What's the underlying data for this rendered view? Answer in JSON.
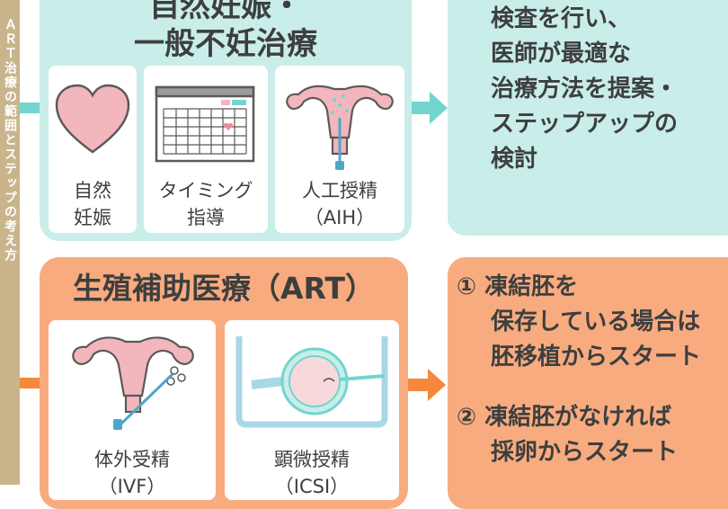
{
  "left_band": {
    "text": "ＡＲＴ治療の範囲とステップの考え方"
  },
  "green_section": {
    "title_line1": "自然妊娠・",
    "title_line2": "一般不妊治療",
    "cards": [
      {
        "icon": "heart-icon",
        "label_line1": "自然",
        "label_line2": "妊娠"
      },
      {
        "icon": "calendar-icon",
        "label_line1": "タイミング",
        "label_line2": "指導"
      },
      {
        "icon": "uterus-icon",
        "label_line1": "人工授精",
        "label_line2": "（AIH）"
      }
    ],
    "note_lines": [
      "検査を行い、",
      "医師が最適な",
      "治療方法を提案・",
      "ステップアップの",
      "検討"
    ]
  },
  "orange_section": {
    "title": "生殖補助医療（ART）",
    "cards": [
      {
        "icon": "uterus-ivf-icon",
        "label_line1": "体外受精",
        "label_line2": "（IVF）"
      },
      {
        "icon": "microinjection-icon",
        "label_line1": "顕微授精",
        "label_line2": "（ICSI）"
      }
    ],
    "note_lines": [
      "① 凍結胚を",
      "保存している場合は",
      "胚移植からスタート",
      "",
      "② 凍結胚がなければ",
      "採卵からスタート"
    ]
  },
  "colors": {
    "teal": "#72d5cf",
    "teal_bg": "#c9ede9",
    "orange": "#f5883a",
    "orange_bg": "#f8ab7f",
    "band": "#c9b48c",
    "text": "#3d3f3f",
    "pink": "#f3b6bd"
  }
}
